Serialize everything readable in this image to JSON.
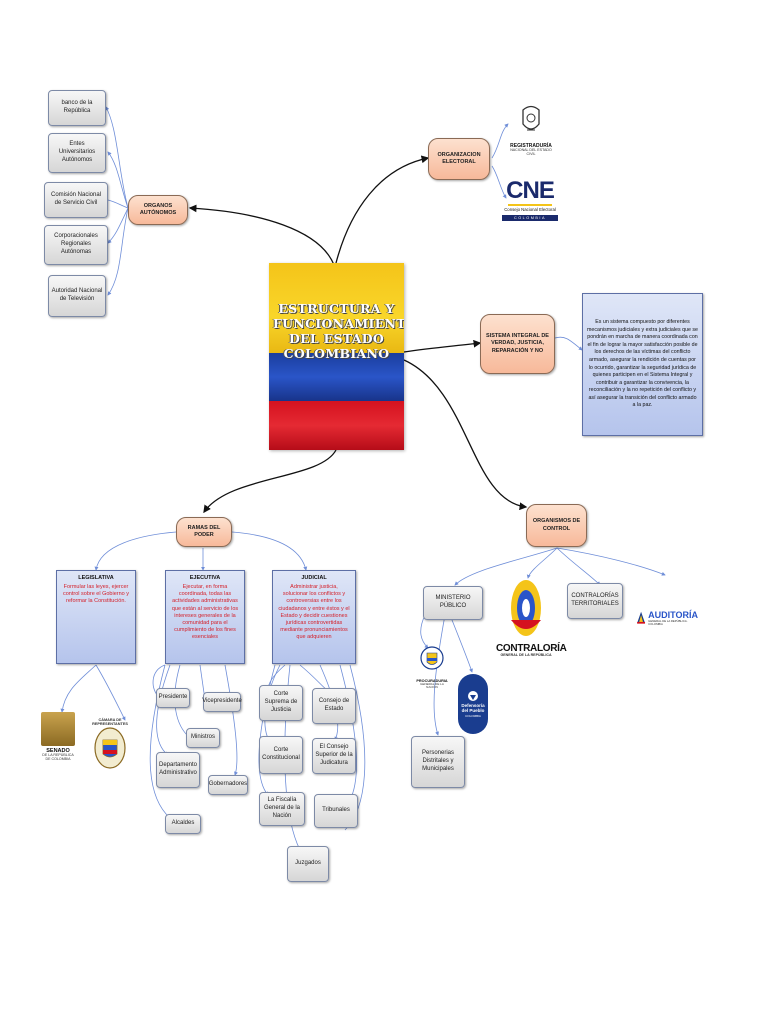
{
  "central": {
    "title": "ESTRUCTURA Y FUNCIONAMIENTO DEL ESTADO COLOMBIANO"
  },
  "organos_autonomos": {
    "label": "ORGANOS AUTÓNOMOS",
    "items": [
      "banco de la República",
      "Entes Universitarios Autónomos",
      "Comisión Nacional de Servicio Civil",
      "Corporacionales Regionales Autónomas",
      "Autoridad Nacional de Televisión"
    ]
  },
  "organizacion_electoral": {
    "label": "ORGANIZACION ELECTORAL",
    "registraduria": {
      "name": "REGISTRADURÍA",
      "sub": "NACIONAL DEL ESTADO CIVIL"
    },
    "cne": {
      "abbr": "CNE",
      "name": "Consejo Nacional Electoral",
      "country": "COLOMBIA"
    }
  },
  "sistema_integral": {
    "label": "SISTEMA INTEGRAL DE VERDAD, JUSTICIA, REPARACIÓN Y NO",
    "description": "Es un sistema compuesto por diferentes mecanismos judiciales y extra judiciales que se pondrán en marcha de manera coordinada con el fin de lograr la mayor satisfacción posible de los derechos de las víctimas del conflicto armado, asegurar la rendición de cuentas por lo ocurrido, garantizar la seguridad jurídica de quienes participen en el Sistema Integral y contribuir a garantizar la convivencia, la reconciliación y la no repetición del conflicto y así asegurar la transición del conflicto armado a la paz."
  },
  "ramas": {
    "label": "RAMAS DEL PODER",
    "legislativa": {
      "title": "LEGISLATIVA",
      "desc": "Formular las leyes, ejercer control sobre el Gobierno y reformar la Constitución."
    },
    "ejecutiva": {
      "title": "EJECUTIVA",
      "desc": "Ejecutar, en forma coordinada, todas las actividades administrativas que están al servicio de los intereses generales de la comunidad para el cumplimiento de los fines esenciales"
    },
    "judicial": {
      "title": "JUDICIAL",
      "desc": "Administrar justicia, solucionar los conflictos y controversias entre los ciudadanos y entre éstos y el Estado y decidir cuestiones jurídicas controvertidas mediante pronunciamientos que adquieren"
    },
    "ejecutiva_items": [
      "Presidente",
      "Vicepresidente",
      "Ministros",
      "Departamento Administrativo",
      "Gobernadores",
      "Alcaldes"
    ],
    "judicial_items": [
      "Corte Suprema de Justicia",
      "Consejo de Estado",
      "Corte Constitucional",
      "El Consejo Superior de la Judicatura",
      "La Fiscalía General de la Nación",
      "Tribunales",
      "Juzgados"
    ],
    "senado": {
      "name": "SENADO",
      "sub": "DE LA REPÚBLICA DE COLOMBIA"
    },
    "camara": {
      "name": "CÁMARA DE REPRESENTANTES"
    }
  },
  "control": {
    "label": "ORGANISMOS DE CONTROL",
    "ministerio": "MINISTERIO PÚBLICO",
    "territoriales": "CONTRALORÍAS TERRITORIALES",
    "personerias": "Personerias Distritales y Municipales",
    "contraloria": {
      "name": "CONTRALORÍA",
      "sub": "GENERAL DE LA REPÚBLICA"
    },
    "auditoria": {
      "name": "AUDITORÍA",
      "sub": "GENERAL DE LA REPÚBLICA · COLOMBIA"
    },
    "procuraduria": {
      "name": "PROCURADURIA",
      "sub": "GENERAL DE LA NACIÓN"
    },
    "defensoria": {
      "name": "Defensoría del Pueblo",
      "sub": "COLOMBIA"
    }
  },
  "colors": {
    "orange": "#f7b99a",
    "blue": "#b5c4ec",
    "gray": "#d6d6d6",
    "red_text": "#d4202a",
    "link_dark": "#111111",
    "link_blue": "#6f8ed8"
  }
}
